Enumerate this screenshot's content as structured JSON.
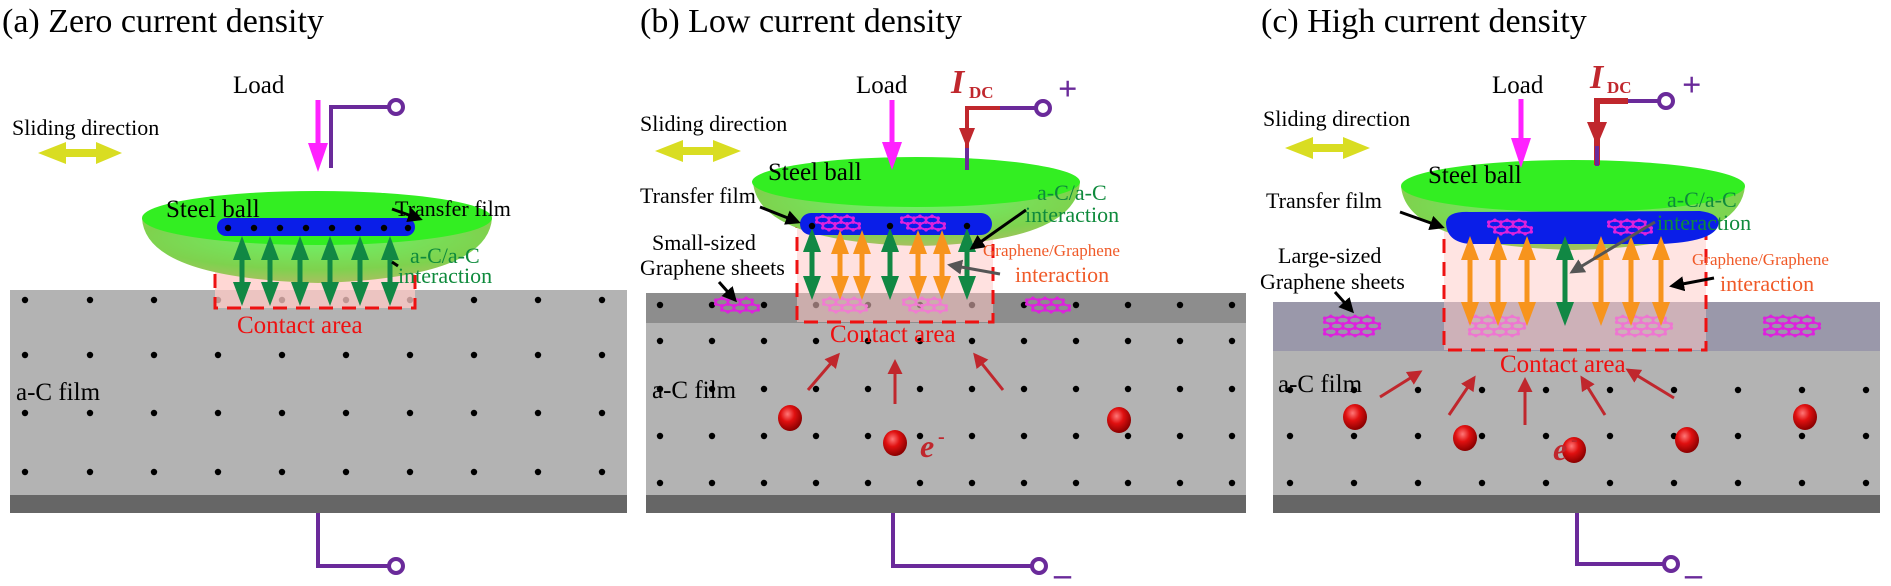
{
  "colors": {
    "ball_top": "#33ee22",
    "ball_body": "#8cd35a",
    "transfer_film": "#0a1ee8",
    "contact_fill": "#ffd9d6",
    "contact_border": "#ee1111",
    "film_gray": "#b3b3b3",
    "film_dark": "#666666",
    "graphene_layer_b": "#8d8d8d",
    "graphene_layer_c": "#9a98aa",
    "graphene": "#dd22dd",
    "acac_arrow": "#118844",
    "gg_arrow": "#f7941d",
    "load_arrow": "#ff22ff",
    "sliding_arrow": "#d9dd22",
    "wire": "#6a2a9a",
    "current": "#c0272d",
    "electron": "#d41010",
    "electron_arrow": "#c0272d"
  },
  "panels": [
    {
      "id": "a",
      "title": "(a) Zero current density",
      "load": "Load",
      "sliding": "Sliding direction",
      "ball": "Steel ball",
      "transfer_film": "Transfer film",
      "acac": [
        "a-C/a-C",
        "interaction"
      ],
      "contact": "Contact area",
      "film": "a-C film"
    },
    {
      "id": "b",
      "title": "(b) Low current density",
      "load": "Load",
      "sliding": "Sliding direction",
      "ball": "Steel ball",
      "transfer_film": "Transfer film",
      "acac": [
        "a-C/a-C",
        "interaction"
      ],
      "gg": [
        "Graphene/Graphene",
        "interaction"
      ],
      "sheets": [
        "Small-sized",
        "Graphene sheets"
      ],
      "contact": "Contact area",
      "film": "a-C film",
      "current": {
        "symbol": "I",
        "sub": "DC"
      },
      "plus": "+",
      "minus": "–",
      "electron": {
        "symbol": "e",
        "sup": "-"
      }
    },
    {
      "id": "c",
      "title": "(c) High current density",
      "load": "Load",
      "sliding": "Sliding direction",
      "ball": "Steel ball",
      "transfer_film": "Transfer film",
      "acac": [
        "a-C/a-C",
        "interaction"
      ],
      "gg": [
        "Graphene/Graphene",
        "interaction"
      ],
      "sheets": [
        "Large-sized",
        "Graphene sheets"
      ],
      "contact": "Contact area",
      "film": "a-C film",
      "current": {
        "symbol": "I",
        "sub": "DC"
      },
      "plus": "+",
      "minus": "–",
      "electron": {
        "symbol": "e",
        "sup": "-"
      }
    }
  ]
}
